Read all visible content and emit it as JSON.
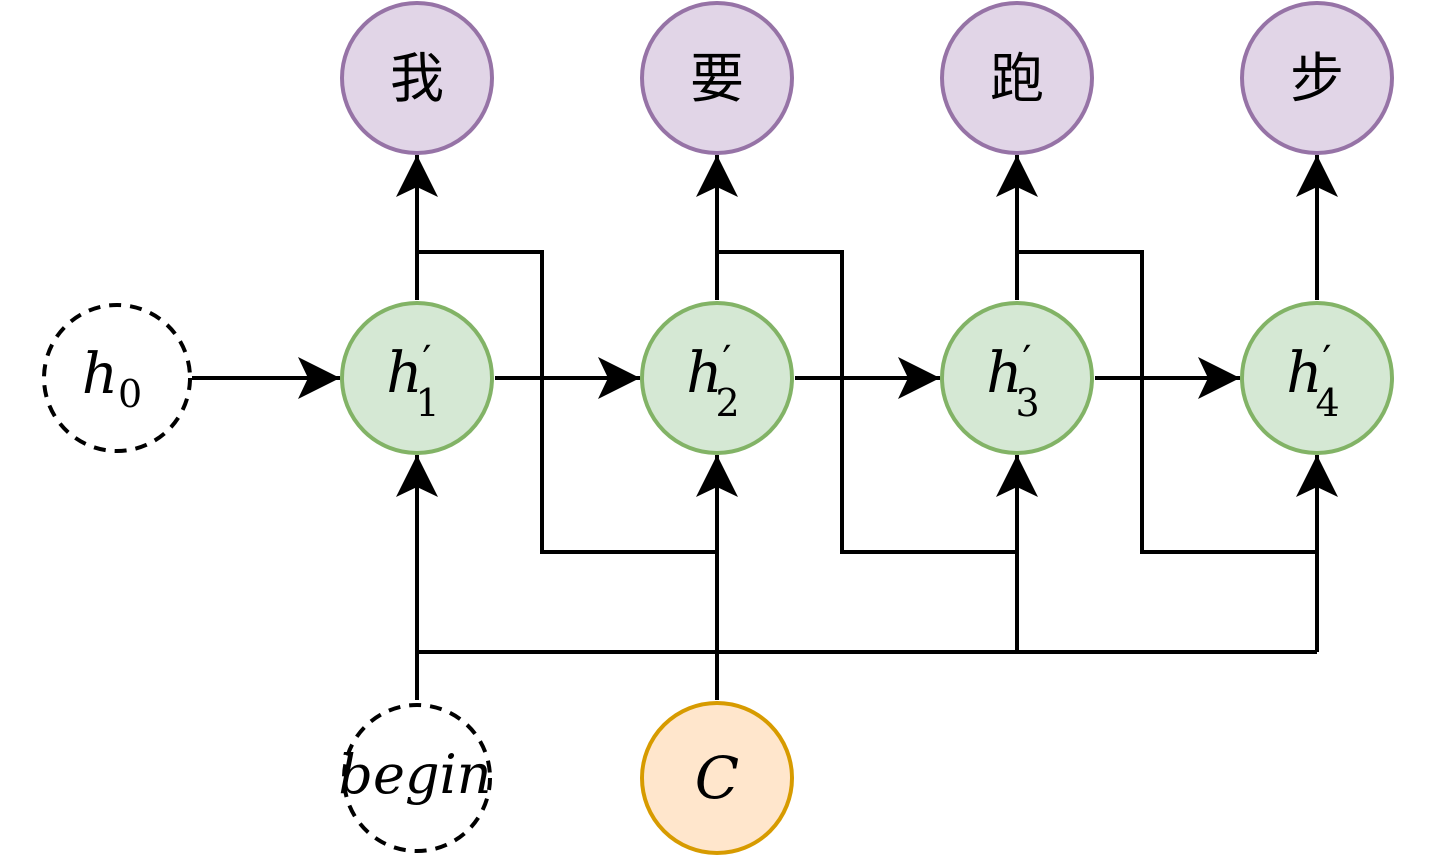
{
  "output_tokens": [
    "我",
    "要",
    "跑",
    "步"
  ],
  "hidden_states": [
    {
      "base": "h",
      "prime": "′",
      "sub": "1"
    },
    {
      "base": "h",
      "prime": "′",
      "sub": "2"
    },
    {
      "base": "h",
      "prime": "′",
      "sub": "3"
    },
    {
      "base": "h",
      "prime": "′",
      "sub": "4"
    }
  ],
  "initial_state": {
    "base": "h",
    "sub": "0"
  },
  "begin_label": "begin",
  "context_label": "C",
  "colors": {
    "output_fill": "#e1d5e7",
    "output_stroke": "#9673a6",
    "hidden_fill": "#d5e8d4",
    "hidden_stroke": "#82b366",
    "context_fill": "#ffe6cc",
    "context_stroke": "#d79b00",
    "edge": "#000000"
  }
}
